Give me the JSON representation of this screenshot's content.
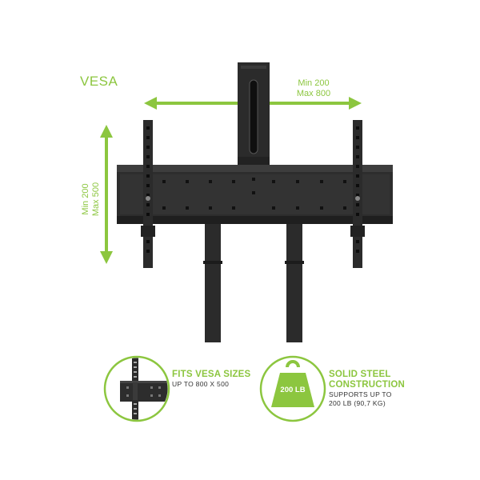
{
  "vesa_label": "VESA",
  "horizontal": {
    "line1": "Min 200",
    "line2": "Max 800"
  },
  "vertical": {
    "line1": "Min 200",
    "line2": "Max 500"
  },
  "features": [
    {
      "title": "FITS VESA SIZES",
      "subtitle": "UP TO 800 X 500"
    },
    {
      "title_line1": "SOLID STEEL",
      "title_line2": "CONSTRUCTION",
      "sub_line1": "SUPPORTS UP TO",
      "sub_line2": "200 LB (90,7 KG)",
      "weight_badge": "200 LB"
    }
  ],
  "colors": {
    "accent": "#8cc63f",
    "metal": "#2b2b2b",
    "text": "#333333"
  }
}
